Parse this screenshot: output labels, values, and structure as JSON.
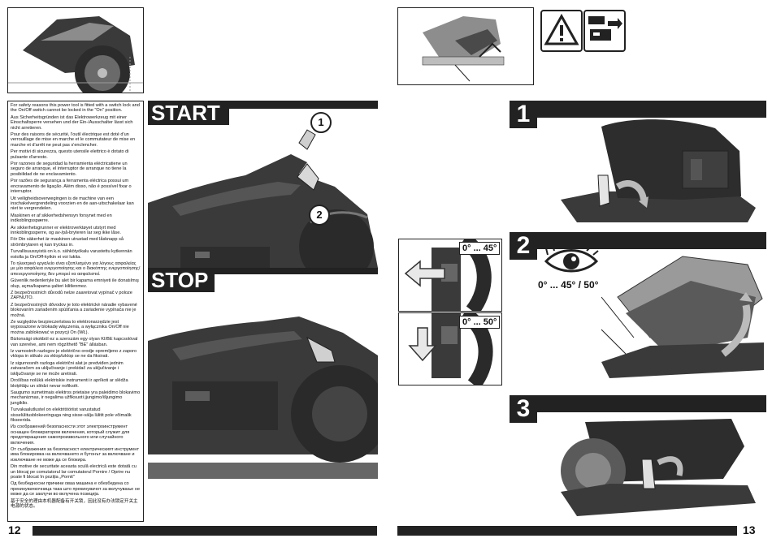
{
  "left_page": {
    "page_number": "12",
    "start_label": "START",
    "stop_label": "STOP",
    "callout_1": "1",
    "callout_2": "2",
    "warnings": [
      "For safety reasons this power tool is fitted with a switch lock and the On/Off switch cannot be locked in the \"On\" position.",
      "Aus Sicherheitsgründen ist das Elektrowerkzeug mit einer Einschaltsperre versehen und der Ein-/Ausschalter lässt sich nicht arretieren.",
      "Pour des raisons de sécurité, l'outil électrique est doté d'un verrouillage de mise en marche et le commutateur de mise en marche et d'arrêt ne peut pas s'enclencher.",
      "Per motivi di sicurezza, questo utensile elettrico è dotato di pulsante d'arresto.",
      "Por razones de seguridad la herramienta eléctricatiene un seguro de arranque, el interruptor de arranque no tiene la posibilidad de ne enclavamiento.",
      "Por razões de segurança a ferramenta eléctrica possui um encravamento de ligação. Além disso, não é possível fixar o interruptor.",
      "Uit veiligheidsoverwegingen is de machine van een inschakelvergrendeling voorzien en de aan-uitschakelaar kan niet te vergrendelen.",
      "Maskinen er af sikkerhedshensyn forsynet med en indkoblingsspærre.",
      "Av sikkerhetsgrunner er elektroverktøyet utstyrt med innkoblingssperre, og av-/på-bryteren lar seg ikke låse.",
      "För Din säkerhet är maskinen utrustad med låsknapp så strömbrytaren ej kan tryckas in.",
      "Turvallisuussyistä on k.o. sähkötyökalu varustettu kytkennän estolla ja On/Off-kytkin ei voi lukita.",
      "Το ηλεκτρικό εργαλείο είναι εξοπλισμένο για λόγους ασφαλείας με μία ασφάλεια ενεργοποίησης και ο διακόπτης ενεργοποίησης/ απενεργοποίησης δεν μπορεί να ασφαλιστεί.",
      "Güvenlik nedenleriyle bu alet bir kapama emniyeti ile donatılmış olup, açma/kapama şalteri kilitlenmez.",
      "Z bezpečnostních důvodů nelze zaaretovat vypínač v poloze ZAPNUTO.",
      "Z bezpečnostných dôvodov je toto elektrické náradie vybavené blokovaním zariadenim spúšťania a zariadenie vypínača nie je možná.",
      "Ze względów bezpieczeństwa to elektronarzędzie jest wyposażone w blokadę włączenia, a wyłącznika On/Off nie można zablokować w pozycji On (WŁ).",
      "Biztonsági okokból ez a szerszám egy olyan KI/BE kapcsolóval van szerelve, ami nem rögzíthető \"BE\" állásban.",
      "Iz varnostnih razlogov je električno orodje opremljeno z zaporo vklopa in stikalo za vklop/izklop se ne da fiksirati.",
      "Iz sigurnosnih razloga električni alat je predviđen jednim zatvaračem za uključivanje i prekidač za uključivanje i isključivanje se ne može aretirati.",
      "Drošības nolūkā elektriskie instrumenti ir aprīkoti ar slēdža bloķētāju un slēdzi nevar nofiksēt.",
      "Saugumo sumetimais elektros prietaise yra paleidimo blokavimo mechanizmas, ir negalima užfiksuoti įjungimo/išjungimo jungiklio.",
      "Turvakaalutlustel on elektritööriist varustatud sisselülitusblokeeringuga ning sisse-välja lülitit pole võimalik fikseerida.",
      "Из соображений безопасности этот электроинструмент оснащен блокиратором включения, который служит для предотвращения самопроизвольного или случайного включения.",
      "От съображения за безопасност електрическият инструмент има блокировка на включването и бутонът за включване и изключване не може да се блокира.",
      "Din motive de securitate aceasta sculă electrică este dotată cu un blocaj pe comutatorul lar comutatorul Pornire / Oprire nu poate fi blocat în poziția „Pornit\"",
      "Од безбедносни причини оваа машина е обезбедена со прекинувачкочница така што прекинувачот за вклучување не може да се заклучи во вклучена позиција.",
      "基于安全的理由本机器配备有开关锁，因此没有办法锁定开关主电源的状态。"
    ]
  },
  "right_page": {
    "page_number": "13",
    "step_1": "1",
    "step_2": "2",
    "step_3": "3",
    "angle_45": "0° ... 45°",
    "angle_50": "0° ... 50°",
    "angle_combined": "0° ... 45° / 50°"
  },
  "icons": [
    "warning-triangle-icon",
    "unplug-battery-icon",
    "eye-icon",
    "arrow-left-icon",
    "curved-arrow-icon"
  ],
  "colors": {
    "ink": "#222222",
    "tool_body": "#3a3a3a",
    "tool_light": "#9a9a9a",
    "paper": "#ffffff"
  }
}
